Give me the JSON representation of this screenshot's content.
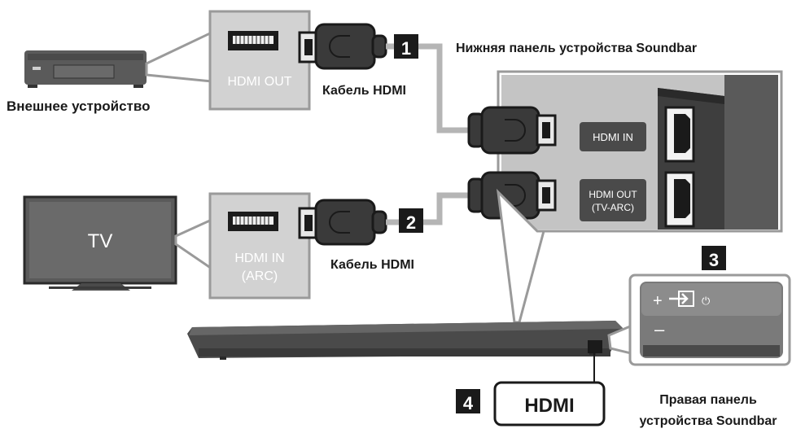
{
  "labels": {
    "external_device": "Внешнее устройство",
    "tv": "TV",
    "hdmi_out_port": "HDMI OUT",
    "hdmi_in_arc_port_line1": "HDMI IN",
    "hdmi_in_arc_port_line2": "(ARC)",
    "cable_1": "Кабель HDMI",
    "cable_2": "Кабель HDMI",
    "soundbar_bottom_panel": "Нижняя панель устройства Soundbar",
    "panel_hdmi_in": "HDMI IN",
    "panel_hdmi_out_line1": "HDMI OUT",
    "panel_hdmi_out_line2": "(TV-ARC)",
    "right_panel_line1": "Правая панель",
    "right_panel_line2": "устройства Soundbar",
    "hdmi_display": "HDMI",
    "plus": "+",
    "minus": "–",
    "power": "⏻"
  },
  "steps": {
    "s1": "1",
    "s2": "2",
    "s3": "3",
    "s4": "4"
  },
  "colors": {
    "port_box": "#cfcfcf",
    "panel_gray": "#b9b9b9",
    "dark_gray": "#3a3a3a",
    "cable": "#b5b5b5",
    "badge": "#1a1a1a"
  }
}
